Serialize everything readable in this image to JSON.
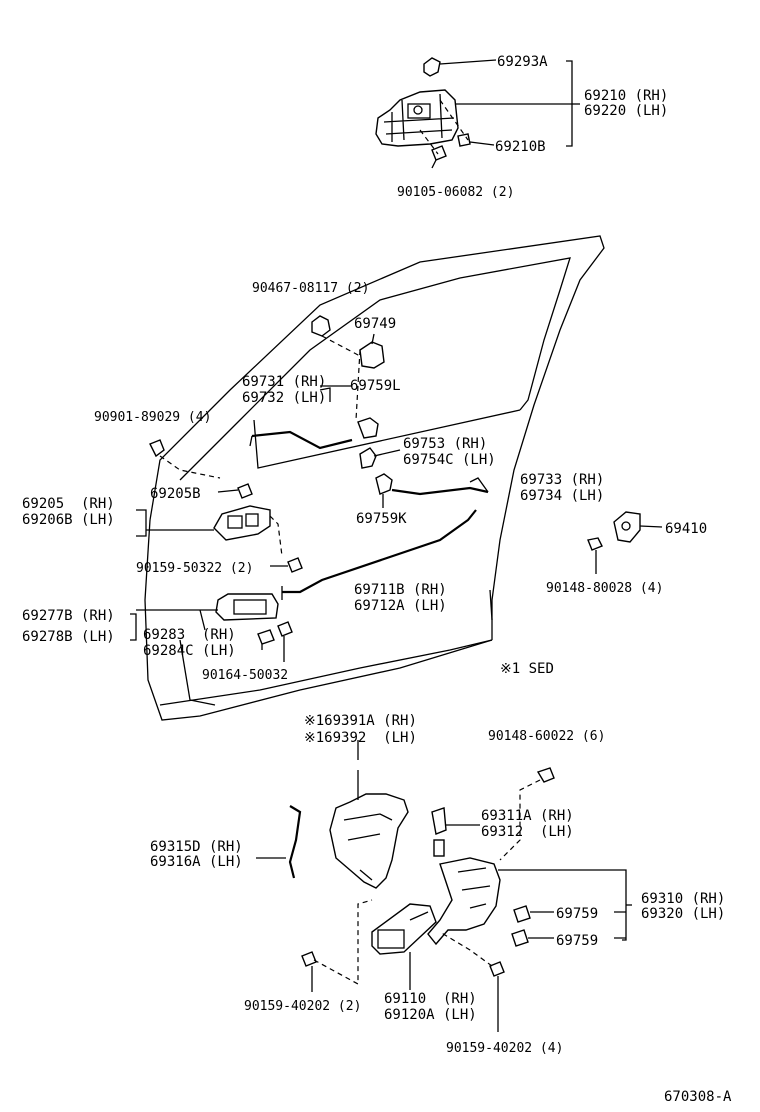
{
  "diagram_id": "670308-A",
  "note": "※1 SED",
  "labels": {
    "p69293A": "69293A",
    "p69210": "69210 (RH)",
    "p69220": "69220 (LH)",
    "p69210B": "69210B",
    "p90105": "90105-06082 (2)",
    "p90467": "90467-08117 (2)",
    "p69749": "69749",
    "p69731": "69731 (RH)",
    "p69732": "69732 (LH)",
    "p69759L": "69759L",
    "p90901": "90901-89029 (4)",
    "p69753": "69753  (RH)",
    "p69754C": "69754C (LH)",
    "p69733": "69733 (RH)",
    "p69734": "69734 (LH)",
    "p69205": "69205  (RH)",
    "p69205B": "69205B",
    "p69206B": "69206B (LH)",
    "p69759K": "69759K",
    "p69410": "69410",
    "p90159_50322": "90159-50322 (2)",
    "p69711B": "69711B (RH)",
    "p69712A": "69712A (LH)",
    "p90148_80028": "90148-80028 (4)",
    "p69277B": "69277B (RH)",
    "p69278B": "69278B (LH)",
    "p69283": "69283  (RH)",
    "p69284C": "69284C (LH)",
    "p90164": "90164-50032",
    "p69391A": "※169391A (RH)",
    "p69392": "※169392  (LH)",
    "p90148_60022": "90148-60022 (6)",
    "p69311A": "69311A (RH)",
    "p69312": "69312  (LH)",
    "p69315D": "69315D (RH)",
    "p69316A": "69316A (LH)",
    "p69310": "69310 (RH)",
    "p69320": "69320 (LH)",
    "p69759a": "69759",
    "p69759b": "69759",
    "p69110": "69110  (RH)",
    "p69120A": "69120A (LH)",
    "p90159_40202a": "90159-40202 (2)",
    "p90159_40202b": "90159-40202 (4)"
  }
}
